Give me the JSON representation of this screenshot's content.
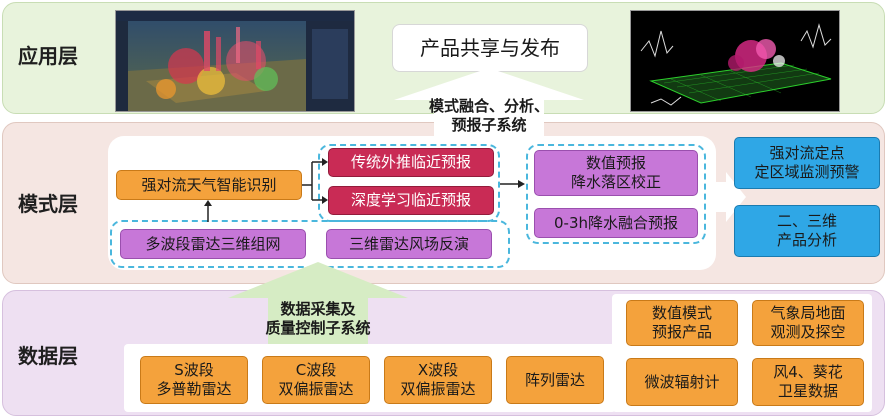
{
  "layers": {
    "app": {
      "label": "应用层"
    },
    "model": {
      "label": "模式层"
    },
    "data": {
      "label": "数据层"
    }
  },
  "app": {
    "publish": "产品共享与发布",
    "fusion_subsystem": "模式融合、分析、\n预报子系统"
  },
  "model": {
    "smart_identify": "强对流天气智能识别",
    "traditional_nowcast": "传统外推临近预报",
    "deep_learning_nowcast": "深度学习临近预报",
    "multi_band_network": "多波段雷达三维组网",
    "wind_inversion": "三维雷达风场反演",
    "nwp_correction": "数值预报\n降水落区校正",
    "fusion_forecast": "0-3h降水融合预报",
    "monitoring": "强对流定点\n定区域监测预警",
    "analysis": "二、三维\n产品分析"
  },
  "data": {
    "collection_subsystem": "数据采集及\n质量控制子系统",
    "radars": [
      "S波段\n多普勒雷达",
      "C波段\n双偏振雷达",
      "X波段\n双偏振雷达",
      "阵列雷达"
    ],
    "sources": [
      "数值模式\n预报产品",
      "气象局地面\n观测及探空",
      "微波辐射计",
      "风4、葵花\n卫星数据"
    ]
  },
  "colors": {
    "app_bg": "#e8f3dc",
    "model_bg": "#f5e6e2",
    "data_bg": "#eee0f2",
    "orange": "#f4a23c",
    "purple": "#c777d8",
    "red": "#c92b55",
    "blue": "#2fa7e6",
    "arrow_green": "#d6ecc4"
  }
}
